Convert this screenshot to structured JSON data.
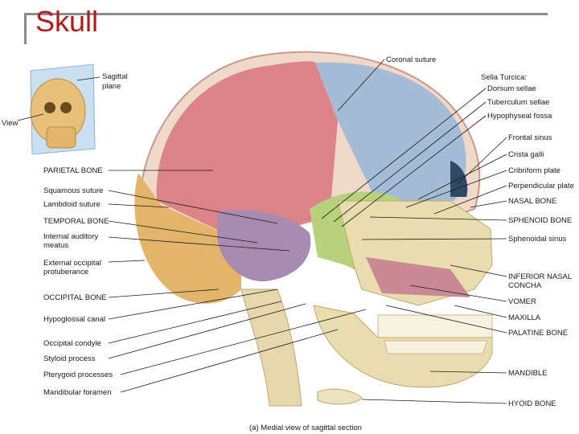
{
  "slide": {
    "title": "Skull"
  },
  "inset": {
    "plane_label": "Sagittal plane",
    "view_label": "View"
  },
  "caption": "(a) Medial view of sagittal section",
  "left_labels": [
    "PARIETAL BONE",
    "Squamous suture",
    "Lambdoid suture",
    "TEMPORAL BONE",
    "Internal auditory meatus",
    "External occipital protuberance",
    "OCCIPITAL BONE",
    "Hypoglossal canal",
    "Occipital condyle",
    "Styloid process",
    "Pterygoid processes",
    "Mandibular foramen"
  ],
  "right_labels": [
    "Coronal suture",
    "Sella Turcica:",
    "Dorsum sellae",
    "Tuberculum sellae",
    "Hypophyseal fossa",
    "Frontal sinus",
    "Crista galli",
    "Cribriform plate",
    "Perpendicular plate",
    "NASAL BONE",
    "SPHENOID BONE",
    "Sphenoidal sinus",
    "INFERIOR NASAL CONCHA",
    "VOMER",
    "MAXILLA",
    "PALATINE BONE",
    "MANDIBLE",
    "HYOID BONE"
  ],
  "colors": {
    "parietal": "#d9747c",
    "frontal": "#9cb8d8",
    "temporal": "#a88bb0",
    "occipital": "#e2b56a",
    "sphenoid": "#b7d27a",
    "bone": "#e9dcae",
    "vomer": "#c98a96",
    "title": "#b01c1c"
  }
}
